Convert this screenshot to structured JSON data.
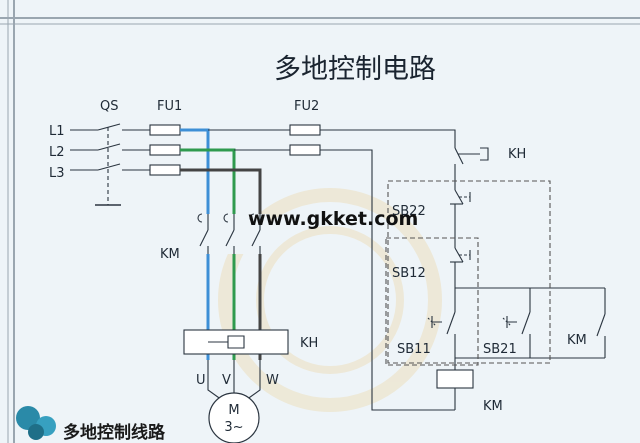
{
  "title": "多地控制电路",
  "watermark": "www.gkket.com",
  "footer_caption": "多地控制线路",
  "labels": {
    "qs": "QS",
    "fu1": "FU1",
    "fu2": "FU2",
    "l1": "L1",
    "l2": "L2",
    "l3": "L3",
    "kh_top": "KH",
    "sb22": "SB22",
    "sb12": "SB12",
    "sb11": "SB11",
    "sb21": "SB21",
    "km_main": "KM",
    "km_aux": "KM",
    "km_coil": "KM",
    "kh_relay": "KH",
    "u": "U",
    "v": "V",
    "w": "W",
    "motor_m": "M",
    "motor_phase": "3~"
  },
  "colors": {
    "background": "#eef4f8",
    "phase_blue": "#3d8fd6",
    "phase_green": "#2f9a4e",
    "phase_dark": "#444444",
    "wire": "#2b3540",
    "logo_teal": "#2a8aa8"
  }
}
